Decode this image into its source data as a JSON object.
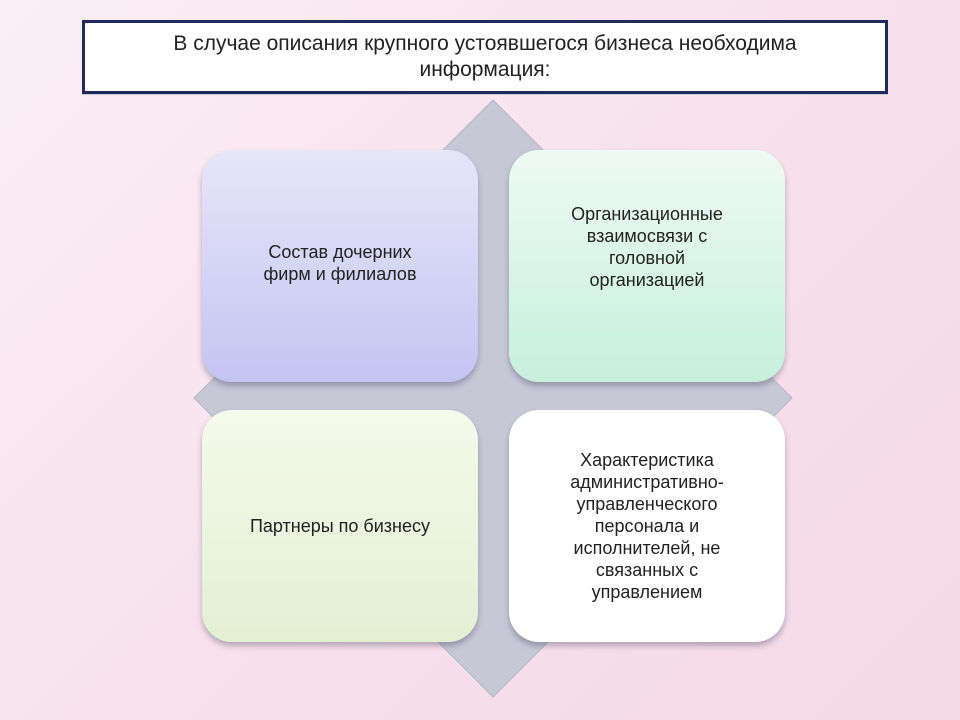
{
  "title": "В случае описания крупного устоявшегося бизнеса необходима информация:",
  "items": [
    {
      "label": "Состав дочерних\nфирм и филиалов"
    },
    {
      "label": "Организационные\nвзаимосвязи с\nголовной\nорганизацией"
    },
    {
      "label": "Партнеры по бизнесу"
    },
    {
      "label": "Характеристика\nадминистративно-\nуправленческого\nперсонала и\nисполнителей, не\nсвязанных с\nуправлением"
    }
  ],
  "colors": {
    "frame_border": "#1f2b5c",
    "diamond": "#c8c7d6",
    "card_top_left": "#c4c4f2",
    "card_top_right": "#c6f0dc",
    "card_bottom_left": "#e2f0d3",
    "card_bottom_right": "#ffffff"
  }
}
